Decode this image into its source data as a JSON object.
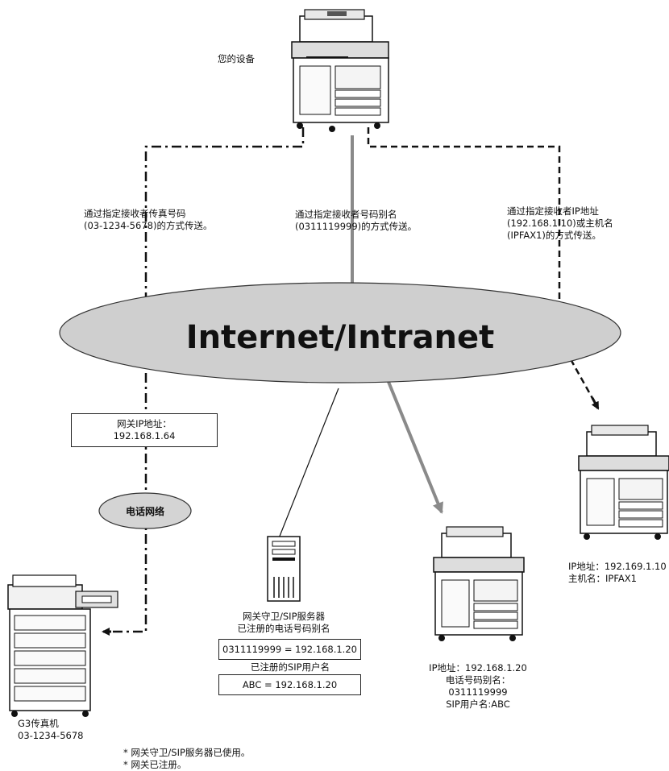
{
  "network_label": "Internet/Intranet",
  "phone_network_label": "电话网络",
  "your_device_label": "您的设备",
  "routes": {
    "by_fax_number": [
      "通过指定接收者传真号码",
      "(03-1234-5678)的方式传送。"
    ],
    "by_alias": [
      "通过指定接收者号码别名",
      "(0311119999)的方式传送。"
    ],
    "by_ip": [
      "通过指定接收者IP地址",
      "(192.168.1.10)或主机名",
      "(IPFAX1)的方式传送。"
    ]
  },
  "gateway_box": [
    "网关IP地址：",
    "192.168.1.64"
  ],
  "server": {
    "title": [
      "网关守卫/SIP服务器",
      "已注册的电话号码别名"
    ],
    "alias_entry": "0311119999 = 192.168.1.20",
    "sip_title": "已注册的SIP用户名",
    "sip_entry": "ABC = 192.168.1.20"
  },
  "device_middle": [
    "IP地址：192.168.1.20",
    "电话号码别名：",
    "0311119999",
    "SIP用户名:ABC"
  ],
  "device_right": [
    "IP地址：192.169.1.10",
    "主机名：IPFAX1"
  ],
  "g3_fax": [
    "G3传真机",
    "03-1234-5678"
  ],
  "footnotes": [
    "* 网关守卫/SIP服务器已使用。",
    "* 网关已注册。"
  ],
  "colors": {
    "ellipse_fill": "#cfcfcf",
    "small_ellipse_fill": "#d4d4d4",
    "gray_arrow": "#8a8a8a",
    "line": "#111111"
  },
  "icons": [
    "copier-icon",
    "fax-machine-icon",
    "server-tower-icon"
  ]
}
